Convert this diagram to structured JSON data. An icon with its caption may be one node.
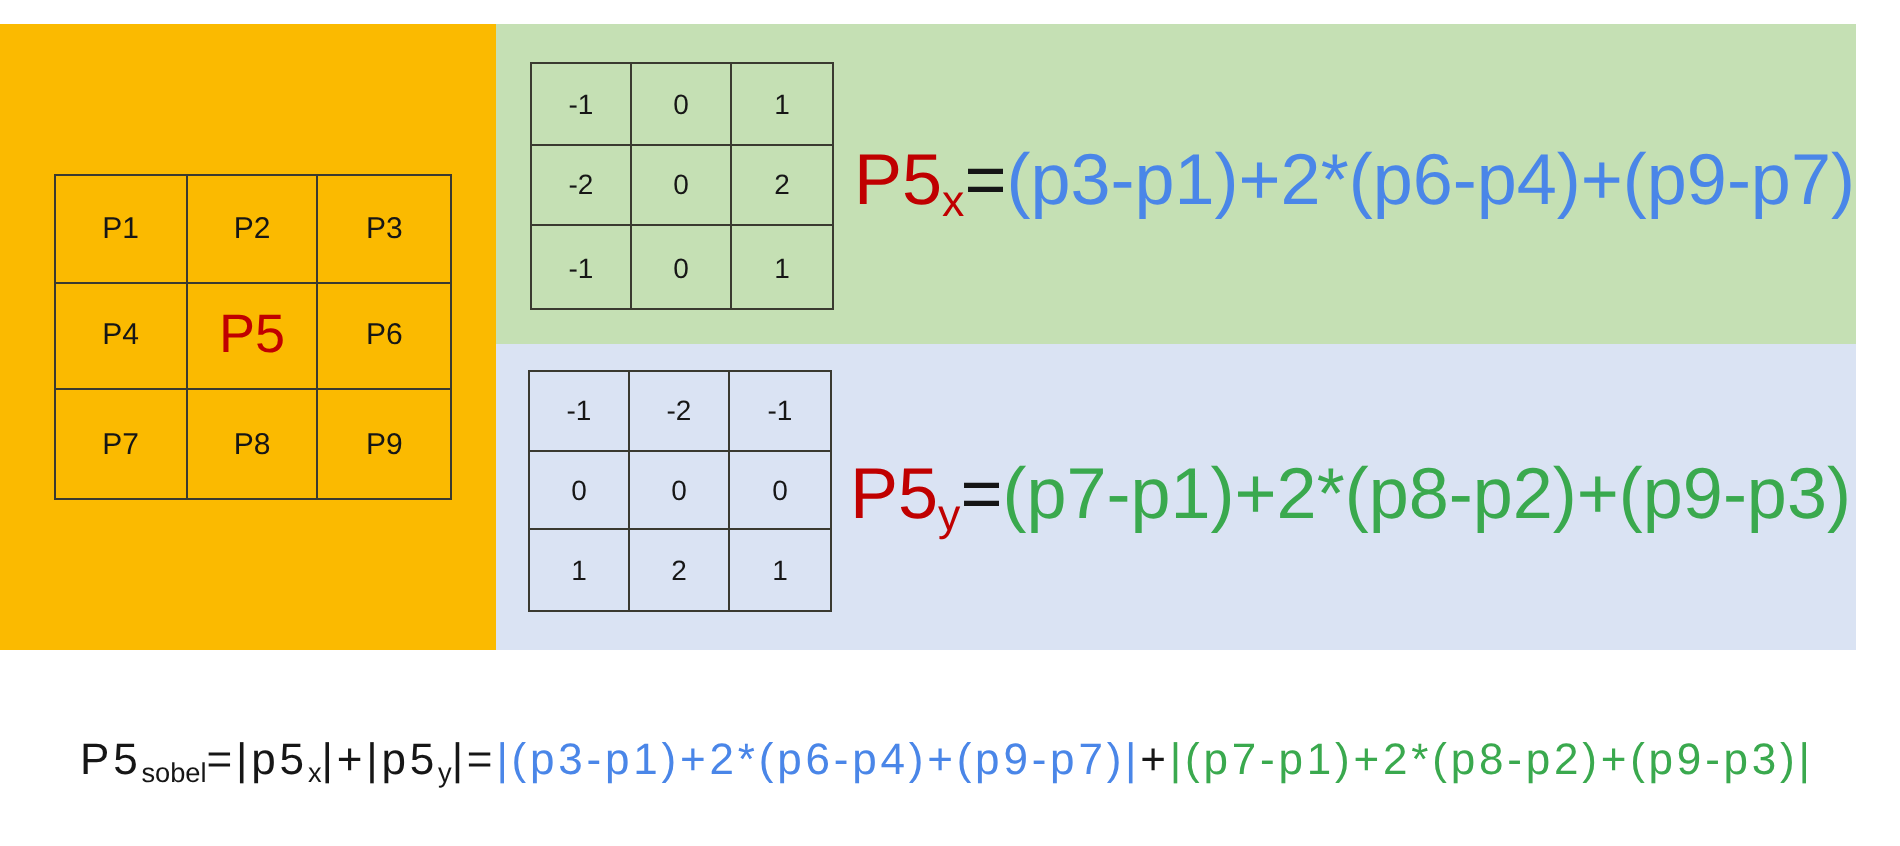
{
  "diagram": {
    "nodes": [
      {
        "text": [],
        "shape": "box"
      },
      {
        "text": [
          "P1",
          "P2",
          "P3",
          "P4",
          "P5",
          "P6",
          "P7",
          "P8",
          "P9"
        ],
        "in": 0
      },
      {
        "text": [
          "P5$_{x}$",
          "=",
          "(p3-p1)+2*(p6-p4)+(p9-p7)"
        ]
      },
      {
        "text": [
          "-1",
          "0",
          "1",
          "-2",
          "0",
          "2",
          "-1",
          "0",
          "1"
        ],
        "in": 2
      },
      {
        "text": [
          "P5$_{y}$",
          "=",
          "(p7-p1)+2*(p8-p2)+(p9-p3)"
        ]
      },
      {
        "text": [
          "-1",
          "-2",
          "-1",
          "0",
          "0",
          "0",
          "1",
          "2",
          "1"
        ],
        "in": 4
      }
    ],
    "labels": [
      "P5$_{sobel}$=|p5$_{x}$|+|p5$_{y}$|=",
      "|(p3-p1)+2*(p6-p4)+(p9-p7)|",
      "+",
      "|(p7-p1)+2*(p8-p2)+(p9-p3)|"
    ]
  }
}
